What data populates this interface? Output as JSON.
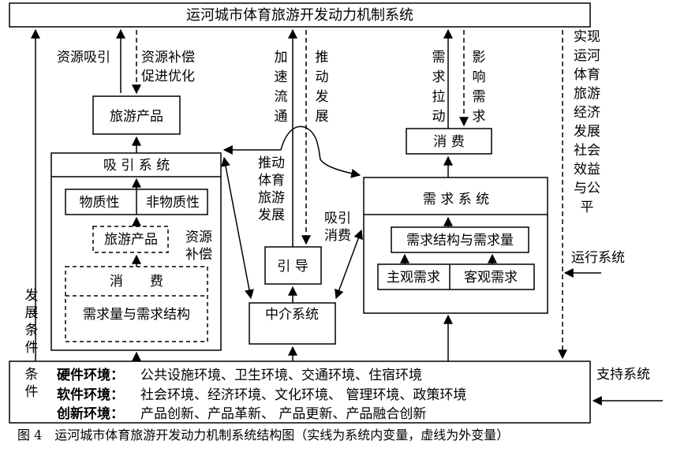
{
  "title": "运河城市体育旅游开发动力机制系统",
  "labels": {
    "resource_attract": "资源吸引",
    "resource_comp1": "资源补偿",
    "resource_comp2": "促进优化",
    "accelerate": [
      "加",
      "速",
      "流",
      "通"
    ],
    "promote": [
      "推",
      "动",
      "发",
      "展"
    ],
    "demand_pull": [
      "需",
      "求",
      "拉",
      "动"
    ],
    "influence_demand": [
      "影",
      "响",
      "需",
      "求"
    ],
    "realize": [
      "实现",
      "运河",
      "体育",
      "旅游",
      "经济",
      "发展",
      "社会",
      "效益",
      "与公",
      "平"
    ],
    "promote_dev": [
      "推动",
      "体育",
      "旅游",
      "发展"
    ],
    "attract_consume": [
      "吸引",
      "消费"
    ],
    "resource_comp_inner": [
      "资源",
      "补偿"
    ],
    "operation": "运行系统",
    "support": "支持系统",
    "dev_condition": [
      "发",
      "展",
      "条",
      "件"
    ],
    "dev_condition_low": [
      "条",
      "件"
    ]
  },
  "boxes": {
    "tourism_product_top": "旅游产品",
    "attraction_system": "吸 引 系 统",
    "material": "物质性",
    "nonmaterial": "非物质性",
    "tourism_product_inner": "旅游产品",
    "consumption_inner": "消　　费",
    "demand_structure_inner": "需求量与需求结构",
    "guide": "引 导",
    "intermediary": "中介系统",
    "consumption_right": "消 费",
    "demand_system": "需 求 系 统",
    "demand_structure_right": "需求结构与需求量",
    "subjective": "主观需求",
    "objective": "客观需求"
  },
  "environment": [
    {
      "head": "硬件环境：",
      "text": "公共设施环境、卫生环境、交通环境、住宿环境"
    },
    {
      "head": "软件环境：",
      "text": "社会环境、经济环境、文化环境、 管理环境、政策环境"
    },
    {
      "head": "创新环境：",
      "text": "产品创新、产品革新、 产品更新、产品融合创新"
    }
  ],
  "caption": "图 4　运河城市体育旅游开发动力机制系统结构图（实线为系统内变量，虚线为外变量）"
}
